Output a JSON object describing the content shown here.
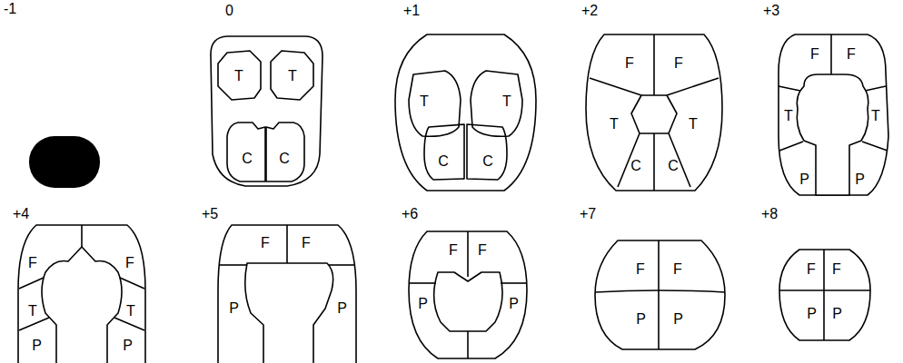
{
  "diagram": {
    "nodes": [
      {
        "text": [
          "C"
        ]
      },
      {
        "text": [
          "C"
        ]
      },
      {
        "text": [
          "T"
        ]
      },
      {
        "text": [
          "T"
        ]
      },
      {
        "text": [
          "C"
        ]
      },
      {
        "text": [
          "C"
        ]
      },
      {
        "text": [
          "T"
        ]
      },
      {
        "text": [
          "T"
        ]
      },
      {
        "text": [
          "C"
        ]
      },
      {
        "text": [
          "C"
        ]
      },
      {
        "text": [
          "F"
        ]
      },
      {
        "text": [
          "F"
        ]
      },
      {
        "text": [
          "T"
        ]
      },
      {
        "text": [
          "T"
        ]
      },
      {
        "text": [
          "C"
        ]
      },
      {
        "text": [
          "C"
        ]
      },
      {
        "text": [
          "F"
        ]
      },
      {
        "text": [
          "F"
        ]
      },
      {
        "text": [
          "T"
        ]
      },
      {
        "text": [
          "T"
        ]
      },
      {
        "text": [
          "P"
        ]
      },
      {
        "text": [
          "P"
        ]
      },
      {
        "text": [
          "F"
        ]
      },
      {
        "text": [
          "F"
        ]
      },
      {
        "text": [
          "T"
        ]
      },
      {
        "text": [
          "T"
        ]
      },
      {
        "text": [
          "P"
        ]
      },
      {
        "text": [
          "P"
        ]
      },
      {
        "text": [
          "F"
        ]
      },
      {
        "text": [
          "F"
        ]
      },
      {
        "text": [
          "P"
        ]
      },
      {
        "text": [
          "P"
        ]
      },
      {
        "text": [
          "F"
        ]
      },
      {
        "text": [
          "F"
        ]
      },
      {
        "text": [
          "P"
        ]
      },
      {
        "text": [
          "P"
        ]
      },
      {
        "text": [
          "F"
        ]
      },
      {
        "text": [
          "F"
        ]
      },
      {
        "text": [
          "P"
        ]
      },
      {
        "text": [
          "P"
        ]
      },
      {
        "text": [
          "F"
        ]
      },
      {
        "text": [
          "F"
        ]
      },
      {
        "text": [
          "P"
        ]
      },
      {
        "text": [
          "P"
        ]
      }
    ],
    "labels": [
      "-1",
      "0",
      "+1",
      "+2",
      "+3",
      "+4",
      "+5",
      "+6",
      "+7",
      "+8"
    ]
  }
}
